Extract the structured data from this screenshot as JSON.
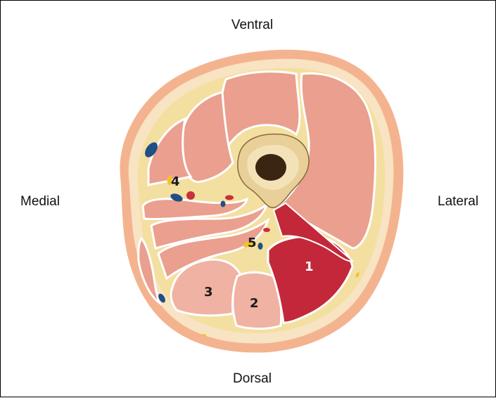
{
  "labels": {
    "ventral": "Ventral",
    "dorsal": "Dorsal",
    "medial": "Medial",
    "lateral": "Lateral"
  },
  "numbers": {
    "n1": "1",
    "n2": "2",
    "n3": "3",
    "n4": "4",
    "n5": "5"
  },
  "colors": {
    "skin": "#f4b38f",
    "fat": "#f8e3c2",
    "fascia_yellow": "#f3dfa0",
    "muscle": "#ea9f8f",
    "muscle_highlight": "#f0b2a3",
    "muscle_red": "#c3283a",
    "bone": "#e9cf98",
    "marrow": "#3a2412",
    "artery": "#c8303a",
    "vein": "#1f4f86",
    "nerve": "#f2c12e",
    "number_light": "#ffffff",
    "number_dark": "#1a1a1a"
  }
}
